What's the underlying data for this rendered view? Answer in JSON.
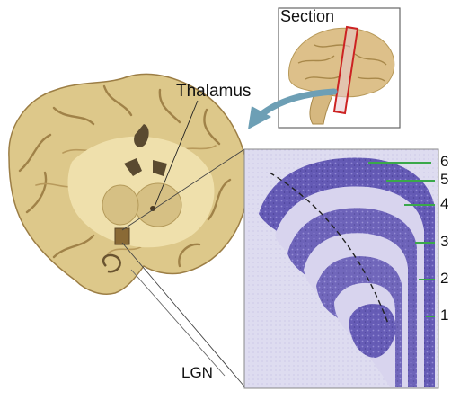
{
  "labels": {
    "section": "Section",
    "thalamus": "Thalamus",
    "lgn": "LGN"
  },
  "layers": [
    "6",
    "5",
    "4",
    "3",
    "2",
    "1"
  ],
  "colors": {
    "brain_fill": "#ddc88a",
    "brain_dark": "#a88a4a",
    "stain": "#5a4fb0",
    "layer_line": "#3aa84a",
    "arrow": "#6d9fb5",
    "section_box": "#cc2222"
  }
}
